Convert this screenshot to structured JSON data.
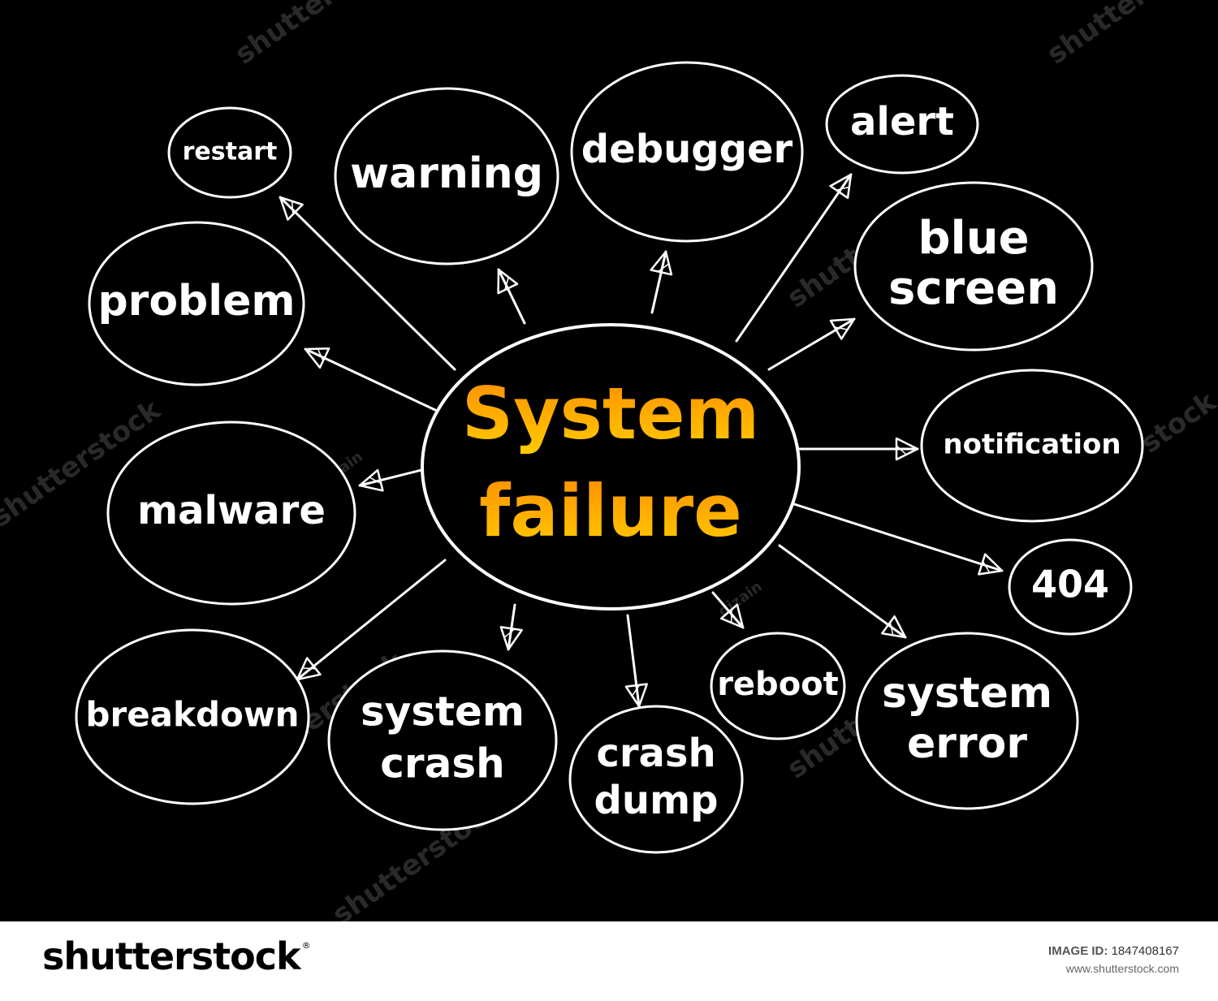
{
  "diagram": {
    "center": {
      "line1": "System",
      "line2": "failure",
      "gradient_top": "#ff8c00",
      "gradient_bottom": "#ffcc00"
    },
    "nodes": [
      {
        "id": "restart",
        "lines": [
          "restart"
        ]
      },
      {
        "id": "warning",
        "lines": [
          "warning"
        ]
      },
      {
        "id": "debugger",
        "lines": [
          "debugger"
        ]
      },
      {
        "id": "alert",
        "lines": [
          "alert"
        ]
      },
      {
        "id": "blue-screen",
        "lines": [
          "blue",
          "screen"
        ]
      },
      {
        "id": "problem",
        "lines": [
          "problem"
        ]
      },
      {
        "id": "notification",
        "lines": [
          "notification"
        ]
      },
      {
        "id": "malware",
        "lines": [
          "malware"
        ]
      },
      {
        "id": "404",
        "lines": [
          "404"
        ]
      },
      {
        "id": "breakdown",
        "lines": [
          "breakdown"
        ]
      },
      {
        "id": "system-crash",
        "lines": [
          "system",
          "crash"
        ]
      },
      {
        "id": "crash-dump",
        "lines": [
          "crash",
          "dump"
        ]
      },
      {
        "id": "reboot",
        "lines": [
          "reboot"
        ]
      },
      {
        "id": "system-error",
        "lines": [
          "system",
          "error"
        ]
      }
    ],
    "line_color": "#ffffff",
    "background": "#000000"
  },
  "watermarks": {
    "brand": "shutterstock",
    "author": "dizain"
  },
  "footer": {
    "logo": "shutterstock",
    "registered": "®",
    "image_id_label": "IMAGE ID:",
    "image_id": "1847408167",
    "site": "www.shutterstock.com"
  }
}
